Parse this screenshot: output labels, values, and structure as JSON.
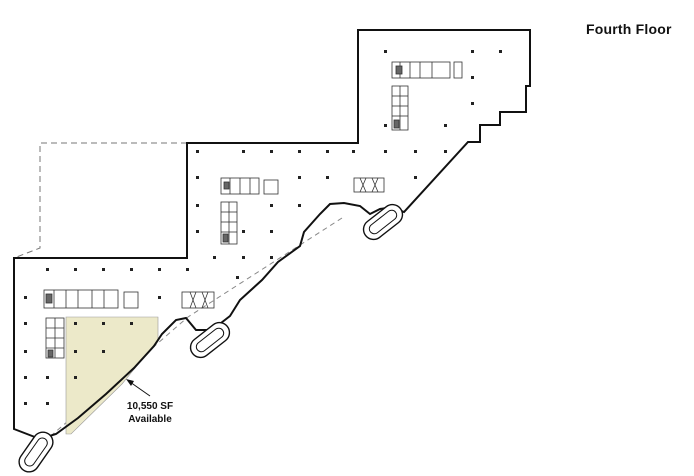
{
  "floor": {
    "title": "Fourth Floor"
  },
  "available_space": {
    "area": "10,550 SF",
    "status": "Available",
    "fill_color": "#ECE9C9"
  },
  "colors": {
    "wall": "#111111",
    "dashed_outline": "#777777",
    "detail": "#555555"
  }
}
